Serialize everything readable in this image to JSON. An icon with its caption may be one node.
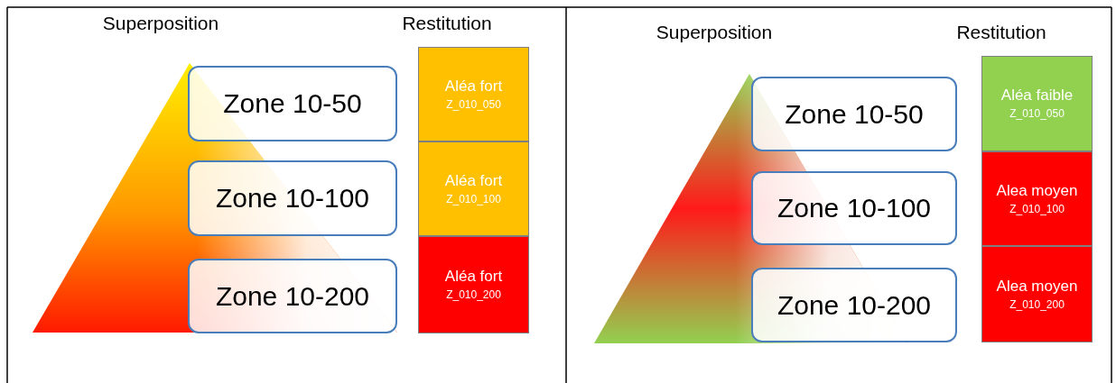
{
  "diagram": {
    "nodes": [
      {
        "text": [
          "Zone 10-50"
        ]
      },
      {
        "text": [
          "Aléa fort",
          "Z_010_050"
        ]
      },
      {
        "text": [
          "Zone 10-100"
        ]
      },
      {
        "text": [
          "Aléa fort",
          "Z_010_100"
        ]
      },
      {
        "text": [
          "Zone 10-200"
        ]
      },
      {
        "text": [
          "Aléa fort",
          "Z_010_200"
        ]
      },
      {
        "text": [
          "Zone 10-50"
        ]
      },
      {
        "text": [
          "Aléa faible",
          "Z_010_050"
        ]
      },
      {
        "text": [
          "Zone 10-100"
        ]
      },
      {
        "text": [
          "Alea moyen",
          "Z_010_100"
        ]
      },
      {
        "text": [
          "Zone 10-200"
        ]
      },
      {
        "text": [
          "Alea moyen",
          "Z_010_200"
        ]
      }
    ],
    "labels": [
      "Superposition",
      "Restitution",
      "Superposition",
      "Restitution"
    ]
  }
}
